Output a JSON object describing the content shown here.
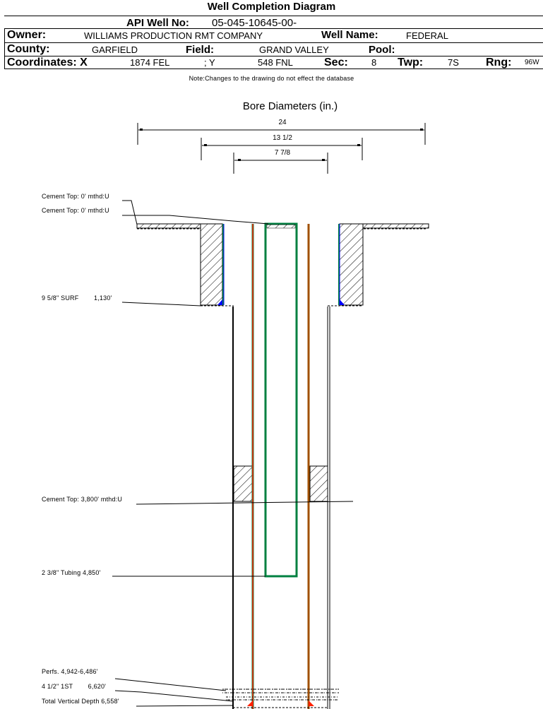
{
  "title": "Well Completion Diagram",
  "header": {
    "api_label": "API Well No:",
    "api_value": "05-045-10645-00-",
    "owner_label": "Owner:",
    "owner_value": "WILLIAMS PRODUCTION RMT COMPANY",
    "well_name_label": "Well Name:",
    "well_name_value": "FEDERAL",
    "county_label": "County:",
    "county_value": "GARFIELD",
    "field_label": "Field:",
    "field_value": "GRAND VALLEY",
    "pool_label": "Pool:",
    "pool_value": "",
    "coords_label": "Coordinates: X",
    "coords_x_value": "1874 FEL",
    "coords_y_label": "; Y",
    "coords_y_value": "548 FNL",
    "sec_label": "Sec:",
    "sec_value": "8",
    "twp_label": "Twp:",
    "twp_value": "7S",
    "rng_label": "Rng:",
    "rng_value": "96W"
  },
  "note": "Note:Changes to the drawing do not effect the database",
  "bore": {
    "title": "Bore Diameters (in.)",
    "diameters": [
      "24",
      "13 1/2",
      "7 7/8"
    ]
  },
  "callouts": [
    "Cement Top: 0' mthd:U",
    "Cement Top: 0' mthd:U",
    "9 5/8\" SURF        1,130'",
    "Cement Top: 3,800' mthd:U",
    "2 3/8\" Tubing 4,850'",
    "Perfs. 4,942-6,486'",
    "4 1/2\" 1ST        6,620'",
    "Total Vertical Depth 6,558'"
  ],
  "colors": {
    "casing_green": "#008040",
    "tubing_red": "#ff2000",
    "tubing_brown": "#a05000",
    "cement_blue": "#0000ff"
  }
}
